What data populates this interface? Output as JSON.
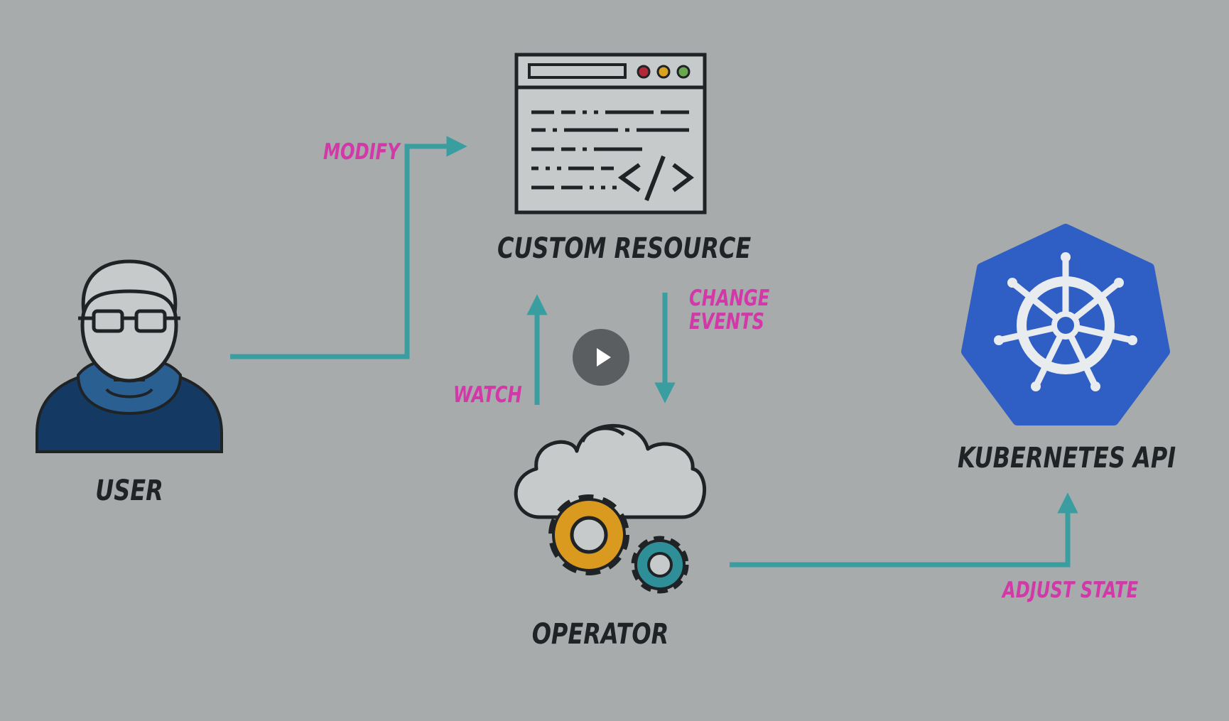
{
  "colors": {
    "background": "#a7abac",
    "arrow": "#3a9ea1",
    "edge_label": "#d238a8",
    "node_label": "#1f2326",
    "k8s_blue": "#2f5fc4",
    "gear_orange": "#d99a1f",
    "gear_teal": "#2e8f99"
  },
  "nodes": {
    "user": {
      "label": "USER",
      "icon": "user-icon"
    },
    "custom_resource": {
      "label": "CUSTOM RESOURCE",
      "icon": "code-window-icon"
    },
    "operator": {
      "label": "OPERATOR",
      "icon": "cloud-gears-icon"
    },
    "kubernetes_api": {
      "label": "KUBERNETES API",
      "icon": "kubernetes-helm-icon"
    }
  },
  "edges": {
    "modify": {
      "label": "MODIFY"
    },
    "change_events": {
      "label_line1": "CHANGE",
      "label_line2": "EVENTS"
    },
    "watch": {
      "label": "WATCH"
    },
    "adjust_state": {
      "label": "ADJUST STATE"
    }
  },
  "player": {
    "icon": "play-icon"
  }
}
